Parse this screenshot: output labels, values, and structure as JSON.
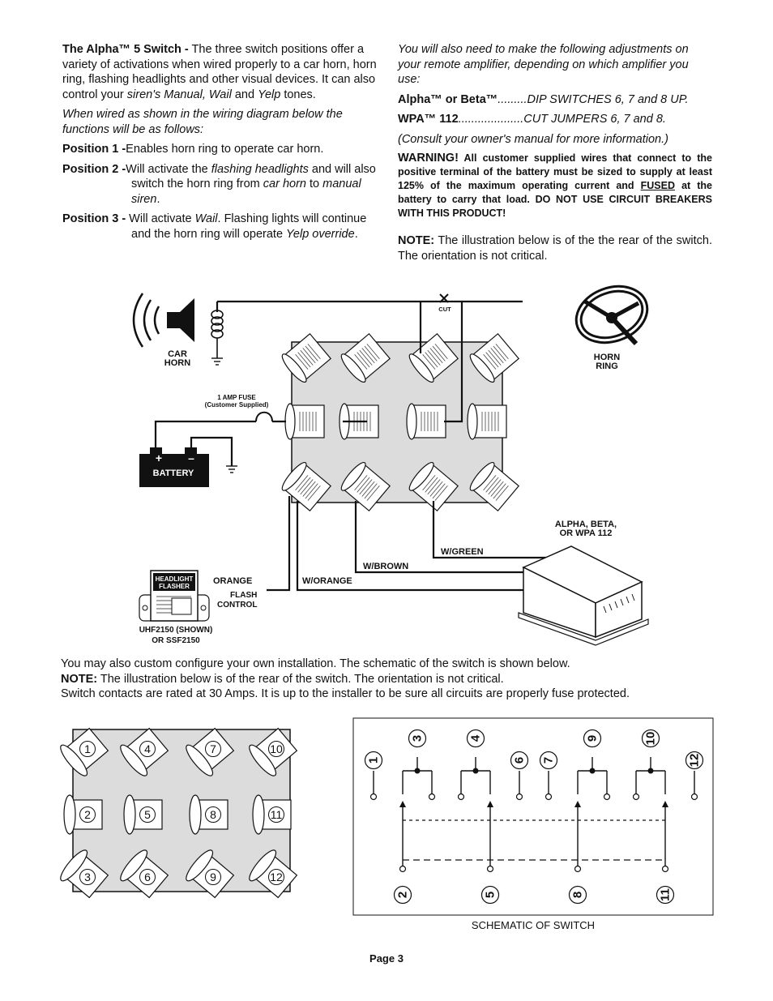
{
  "left": {
    "intro_title": "The Alpha™ 5 Switch -",
    "intro_a": " The three switch positions offer a variety of activations when wired properly to a car horn, horn ring, flashing headlights and other visual devices. It can also control your ",
    "intro_b": "siren's Manual, Wail",
    "intro_c": " and ",
    "intro_d": "Yelp",
    "intro_e": " tones.",
    "when_wired": "When wired as shown in the wiring diagram below the functions will be as follows:",
    "pos1_label": "Position 1 -",
    "pos1_text": "Enables horn ring to operate car horn.",
    "pos2_label": "Position 2 -",
    "pos2_a": "Will activate the ",
    "pos2_b": "flashing headlights",
    "pos2_c": " and will also switch the horn ring from ",
    "pos2_d": "car horn",
    "pos2_e": " to ",
    "pos2_f": "manual siren",
    "pos2_g": ".",
    "pos3_label": "Position 3 -",
    "pos3_a": " Will activate ",
    "pos3_b": "Wail",
    "pos3_c": ". Flashing lights will continue and the horn ring will operate ",
    "pos3_d": "Yelp override",
    "pos3_e": "."
  },
  "right": {
    "adjust_note": "You will also need to make the following adjustments on your remote amplifier, depending on which amplifier you use:",
    "alpha_label": "Alpha™ or Beta™",
    "alpha_value": ".........DIP SWITCHES 6, 7 and 8 UP.",
    "wpa_label": "WPA™ 112",
    "wpa_value": "....................CUT JUMPERS 6, 7 and 8.",
    "consult": "(Consult your owner's manual for more information.)",
    "warning_label": "WARNING!",
    "warning_a": " All customer supplied wires that connect to the positive terminal of the battery must be sized to supply at least 125% of the maximum operating current and ",
    "warning_fused": "FUSED",
    "warning_b": " at the battery to carry that load. DO NOT USE CIRCUIT BREAKERS WITH THIS PRODUCT!",
    "note_label": "NOTE:",
    "note_text": " The illustration below is of the the rear of the switch. The orientation is not critical."
  },
  "diagram": {
    "car_horn_1": "CAR",
    "car_horn_2": "HORN",
    "cut": "CUT",
    "horn_ring_1": "HORN",
    "horn_ring_2": "RING",
    "fuse_1": "1 AMP FUSE",
    "fuse_2": "(Customer Supplied)",
    "battery": "BATTERY",
    "plus": "+",
    "minus": "–",
    "amp_1": "ALPHA, BETA,",
    "amp_2": "OR WPA 112",
    "w_green": "W/GREEN",
    "w_brown": "W/BROWN",
    "orange": "ORANGE",
    "w_orange": "W/ORANGE",
    "flash_1": "FLASH",
    "flash_2": "CONTROL",
    "flasher_1": "HEADLIGHT",
    "flasher_2": "FLASHER",
    "flasher_model_1": "UHF2150 (SHOWN)",
    "flasher_model_2": "OR SSF2150"
  },
  "middle": {
    "line1": "You may also custom configure your own installation. The schematic of the switch is shown below.",
    "note_label": "NOTE:",
    "line2": " The illustration below is of the rear of the switch. The orientation is not critical.",
    "line3": "Switch contacts are rated at 30 Amps. It is up to the installer to be sure all circuits are properly fuse protected."
  },
  "terminals": [
    "1",
    "2",
    "3",
    "4",
    "5",
    "6",
    "7",
    "8",
    "9",
    "10",
    "11",
    "12"
  ],
  "schematic_caption": "SCHEMATIC OF SWITCH",
  "page": "Page 3"
}
